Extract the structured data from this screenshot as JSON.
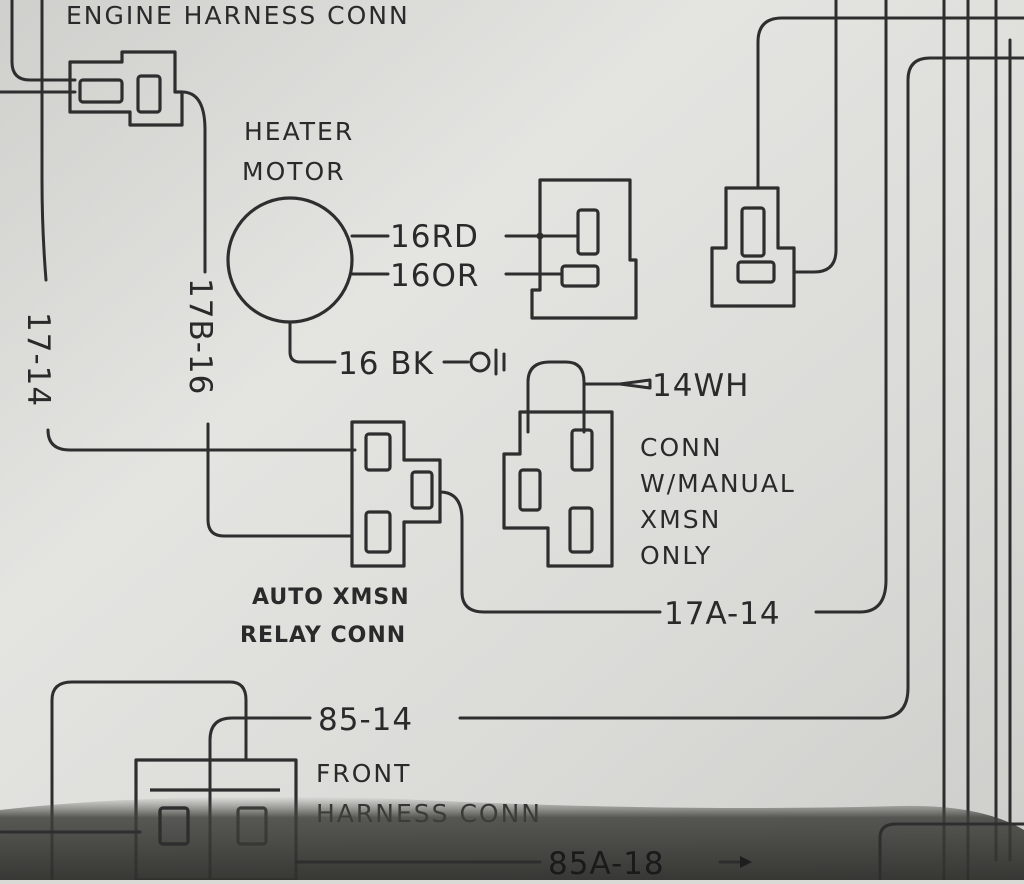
{
  "labels": {
    "engine_harness_conn": "ENGINE HARNESS CONN",
    "heater_motor_line1": "HEATER",
    "heater_motor_line2": "MOTOR",
    "conn_manual_line1": "CONN",
    "conn_manual_line2": "W/MANUAL",
    "conn_manual_line3": "XMSN",
    "conn_manual_line4": "ONLY",
    "auto_relay_line1": "AUTO XMSN",
    "auto_relay_line2": "RELAY CONN",
    "front_harness_line1": "FRONT",
    "front_harness_line2": "HARNESS CONN"
  },
  "wires": {
    "w16rd": "16RD",
    "w16or": "16OR",
    "w16bk": "16 BK",
    "w14wh": "14WH",
    "w17_14": "17-14",
    "w17b_16": "17B-16",
    "w17a_14": "17A-14",
    "w85_14": "85-14",
    "w85a_18": "85A-18"
  },
  "colors": {
    "paper": "#dcdcd9",
    "ink": "#2e2e2e",
    "shadow": "#3a3a38"
  }
}
